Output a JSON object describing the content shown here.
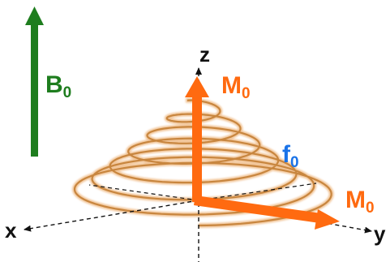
{
  "colors": {
    "field": "#1e7d1e",
    "magnetization": "#ff6a10",
    "frequency": "#1a73e8",
    "axis": "#111111",
    "spiral": "#c8863f"
  },
  "labels": {
    "b0": {
      "main": "B",
      "sub": "0"
    },
    "m0_vertical": {
      "main": "M",
      "sub": "0"
    },
    "m0_horizontal": {
      "main": "M",
      "sub": "0"
    },
    "f0": {
      "main": "f",
      "sub": "0"
    }
  },
  "axes": {
    "x": "x",
    "y": "y",
    "z": "z"
  }
}
